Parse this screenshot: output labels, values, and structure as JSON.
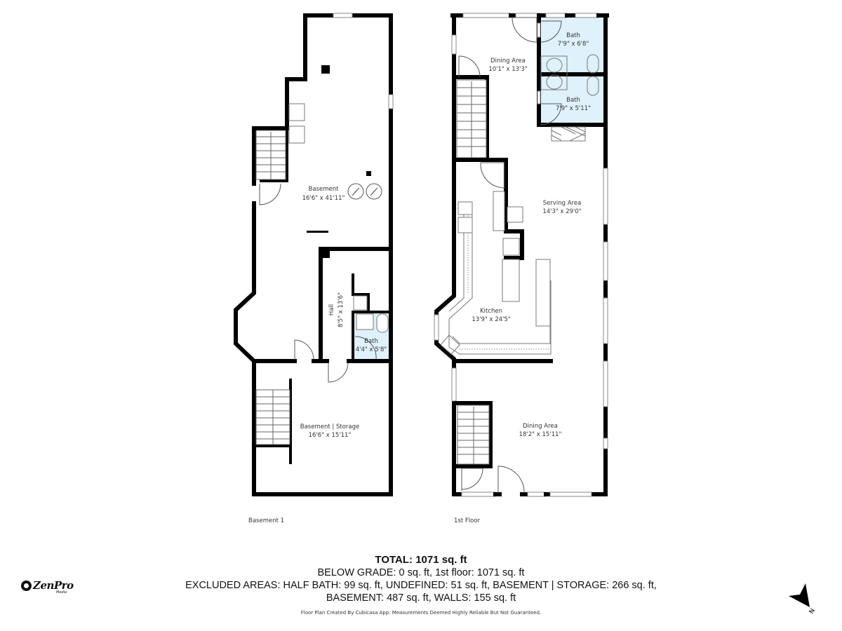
{
  "floors": [
    {
      "id": "basement-1",
      "label": "Basement 1",
      "rooms": [
        {
          "name": "Basement",
          "dimensions": "16'6\" x 41'11\""
        },
        {
          "name": "Hall",
          "dimensions": "8'5\" x 13'6\""
        },
        {
          "name": "Bath",
          "dimensions": "4'4\" x 5'8\""
        },
        {
          "name": "Basement | Storage",
          "dimensions": "16'6\" x 15'11\""
        }
      ]
    },
    {
      "id": "1st-floor",
      "label": "1st Floor",
      "rooms": [
        {
          "name": "Dining Area",
          "dimensions": "10'1\" x 13'3\""
        },
        {
          "name": "Bath",
          "dimensions": "7'9\" x 6'8\""
        },
        {
          "name": "Bath",
          "dimensions": "7'9\" x 5'11\""
        },
        {
          "name": "Serving Area",
          "dimensions": "14'3\" x 29'0\""
        },
        {
          "name": "Kitchen",
          "dimensions": "13'9\" x 24'5\""
        },
        {
          "name": "Dining Area",
          "dimensions": "18'2\" x 15'11\""
        }
      ]
    }
  ],
  "summary": {
    "total": "TOTAL: 1071 sq. ft",
    "line1": "BELOW GRADE: 0 sq. ft, 1st floor: 1071 sq. ft",
    "line2": "EXCLUDED AREAS: HALF BATH: 99 sq. ft, UNDEFINED: 51 sq. ft, BASEMENT | STORAGE: 266 sq. ft,",
    "line3": "BASEMENT: 487 sq. ft, WALLS: 155 sq. ft"
  },
  "disclaimer": "Floor Plan Created By Cubicasa App. Measurements Deemed Highly Reliable But Not Guaranteed.",
  "branding": {
    "logo_text": "ZenPro",
    "logo_sub": "Media"
  },
  "compass": {
    "label": "N",
    "icon": "north-arrow-icon"
  },
  "colors": {
    "wall": "#000000",
    "bath_fill": "#dff1fb",
    "background": "#ffffff"
  }
}
